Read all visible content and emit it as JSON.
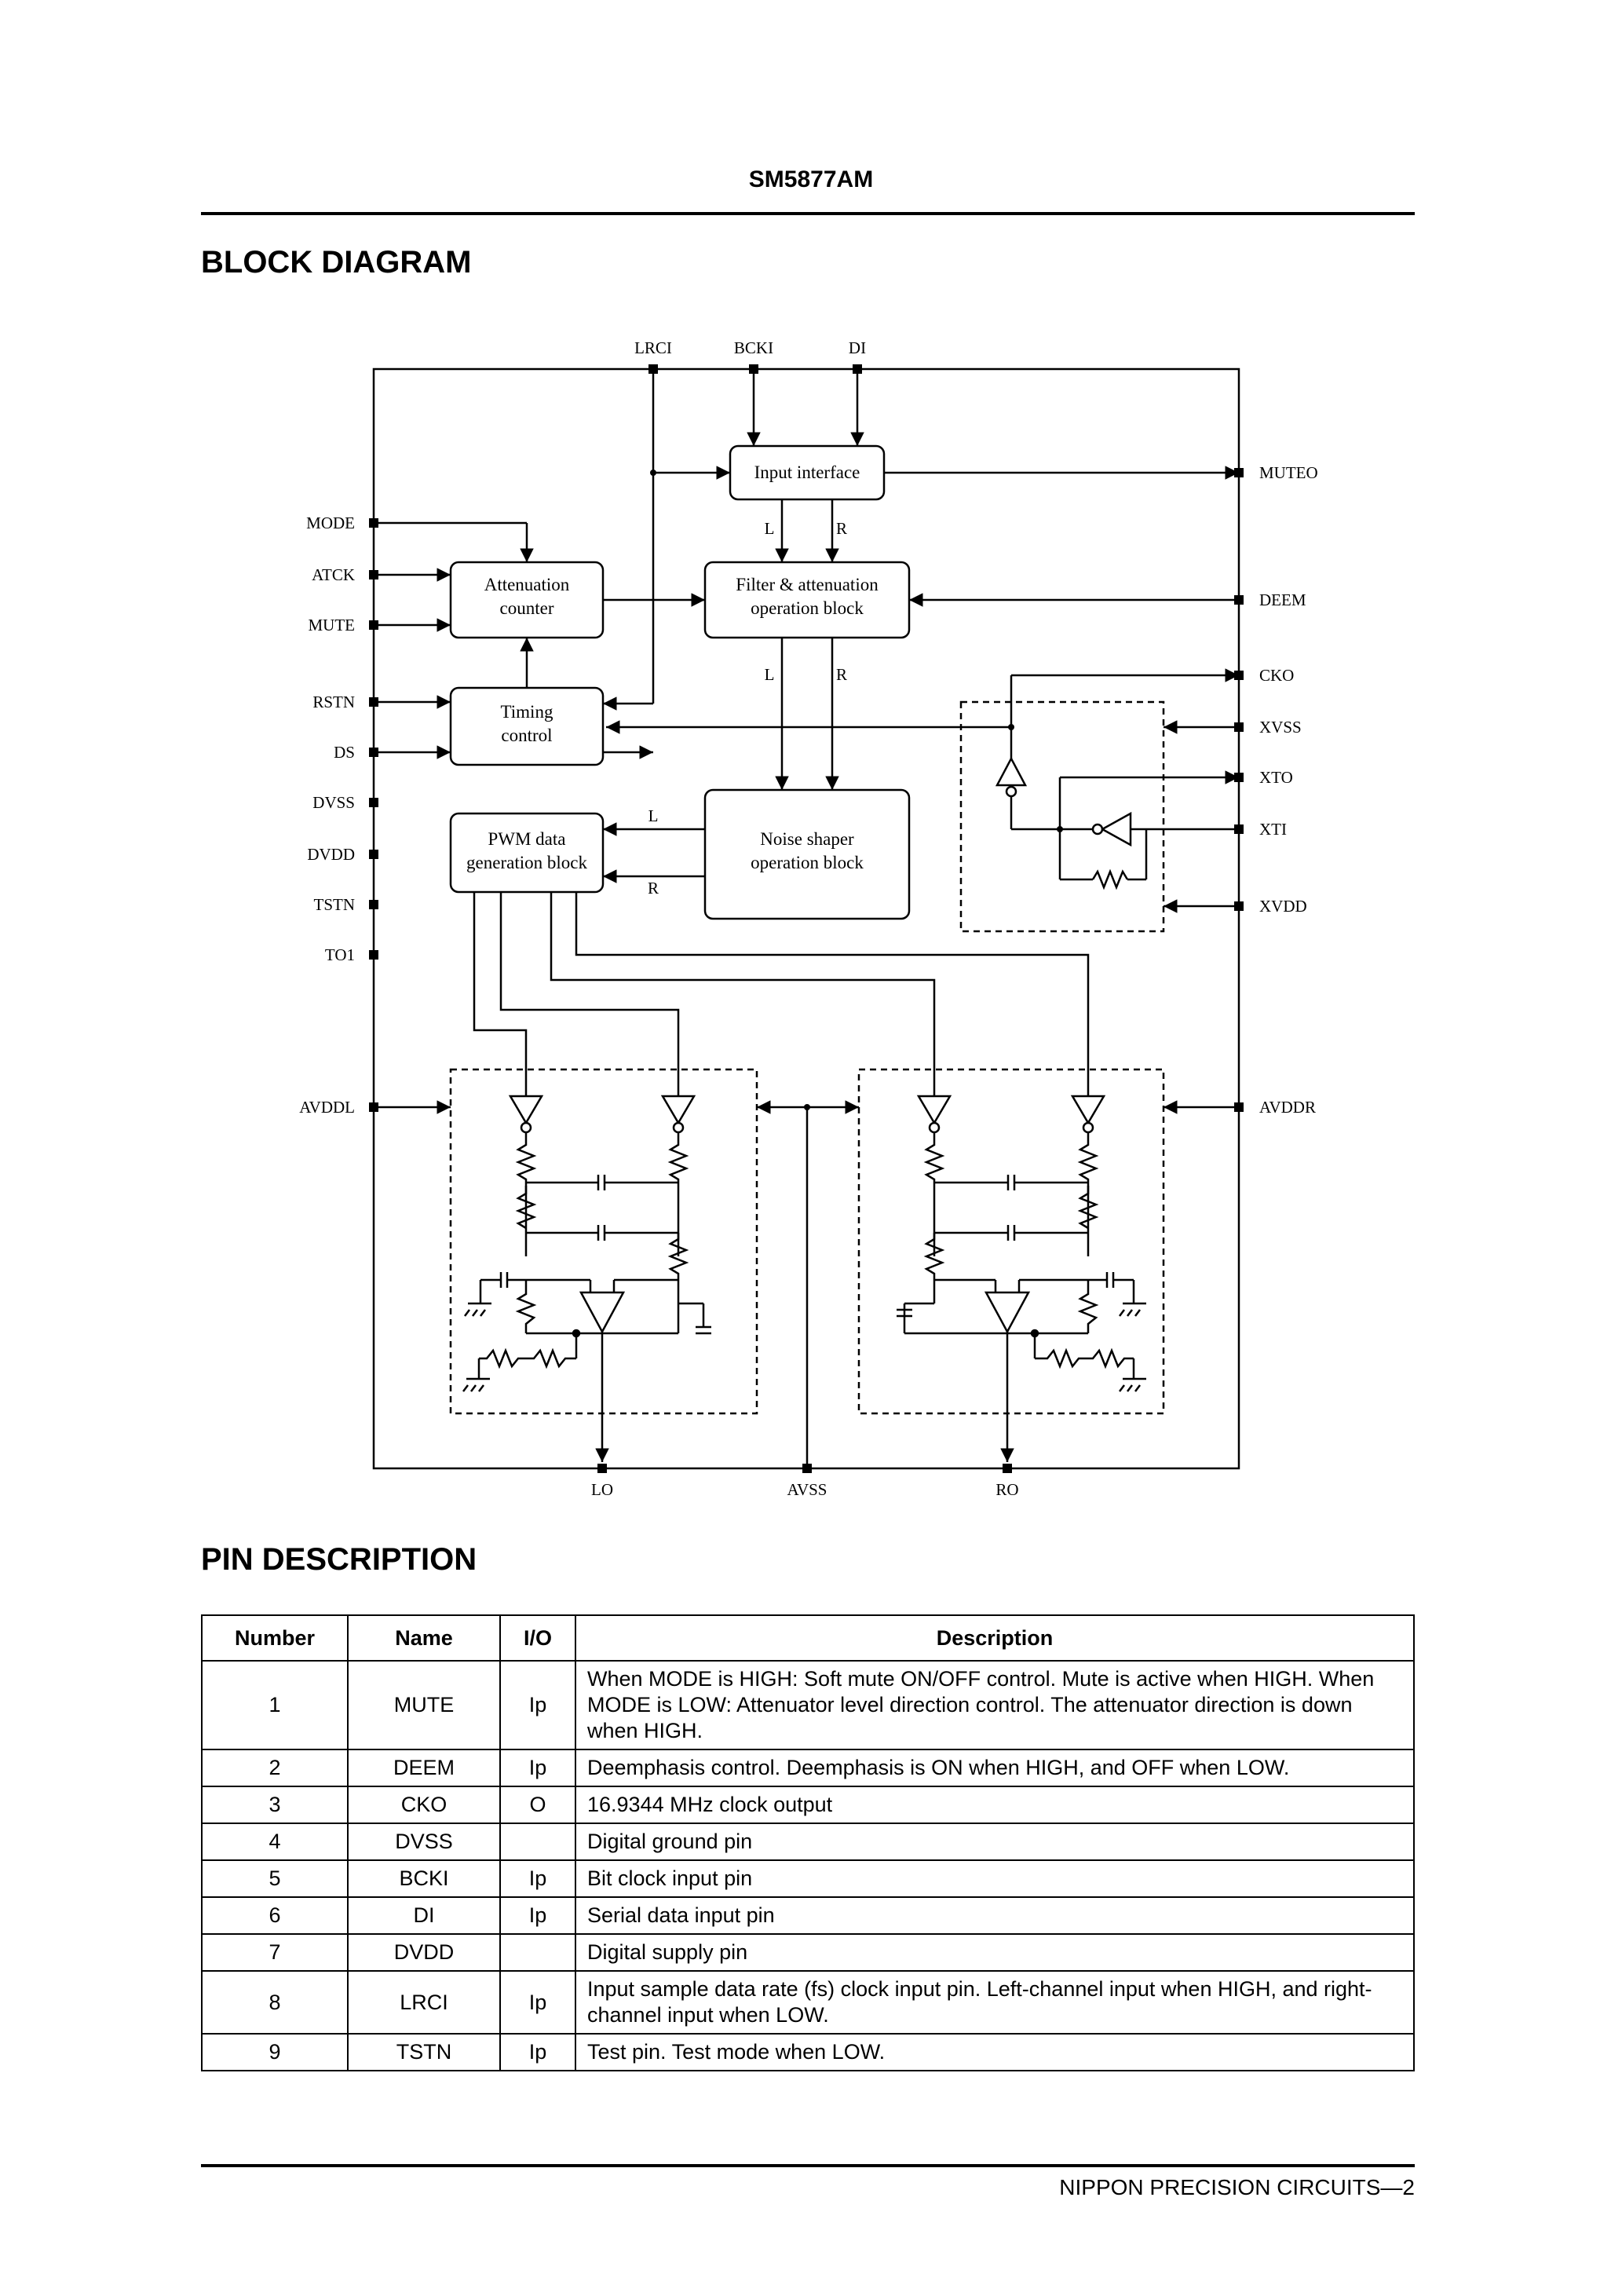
{
  "header": {
    "doc_title": "SM5877AM"
  },
  "sections": {
    "block_diagram": "BLOCK DIAGRAM",
    "pin_description": "PIN DESCRIPTION"
  },
  "diagram": {
    "top_pins": [
      "LRCI",
      "BCKI",
      "DI"
    ],
    "left_pins": [
      "MODE",
      "ATCK",
      "MUTE",
      "RSTN",
      "DS",
      "DVSS",
      "DVDD",
      "TSTN",
      "TO1",
      "AVDDL"
    ],
    "right_pins": [
      "MUTEO",
      "DEEM",
      "CKO",
      "XVSS",
      "XTO",
      "XTI",
      "XVDD",
      "AVDDR"
    ],
    "bottom_pins": [
      "LO",
      "AVSS",
      "RO"
    ],
    "blocks": {
      "input_interface": "Input interface",
      "filter_l1": "Filter & attenuation",
      "filter_l2": "operation block",
      "atten_l1": "Attenuation",
      "atten_l2": "counter",
      "timing_l1": "Timing",
      "timing_l2": "control",
      "pwm_l1": "PWM data",
      "pwm_l2": "generation block",
      "noise_l1": "Noise shaper",
      "noise_l2": "operation block"
    },
    "channel_labels": {
      "left": "L",
      "right": "R"
    }
  },
  "table": {
    "headers": [
      "Number",
      "Name",
      "I/O",
      "Description"
    ],
    "rows": [
      {
        "number": "1",
        "name": "MUTE",
        "io": "Ip",
        "desc": "When MODE is HIGH: Soft mute ON/OFF control. Mute is active when HIGH. When MODE is LOW: Attenuator level direction control. The attenuator direction is down when HIGH."
      },
      {
        "number": "2",
        "name": "DEEM",
        "io": "Ip",
        "desc": "Deemphasis control. Deemphasis is ON when HIGH, and OFF when LOW."
      },
      {
        "number": "3",
        "name": "CKO",
        "io": "O",
        "desc": "16.9344 MHz clock output"
      },
      {
        "number": "4",
        "name": "DVSS",
        "io": "",
        "desc": "Digital ground pin"
      },
      {
        "number": "5",
        "name": "BCKI",
        "io": "Ip",
        "desc": "Bit clock input pin"
      },
      {
        "number": "6",
        "name": "DI",
        "io": "Ip",
        "desc": "Serial data input pin"
      },
      {
        "number": "7",
        "name": "DVDD",
        "io": "",
        "desc": "Digital supply pin"
      },
      {
        "number": "8",
        "name": "LRCI",
        "io": "Ip",
        "desc": "Input sample data rate (fs) clock input pin. Left-channel input when HIGH, and right-channel input when LOW."
      },
      {
        "number": "9",
        "name": "TSTN",
        "io": "Ip",
        "desc": "Test pin. Test mode when LOW."
      }
    ]
  },
  "footer": {
    "text": "NIPPON PRECISION CIRCUITS—2"
  }
}
